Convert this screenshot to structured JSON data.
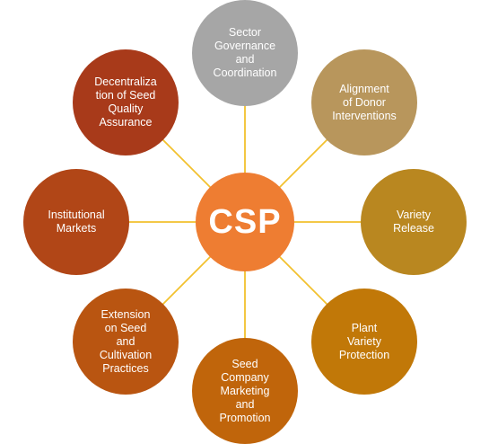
{
  "center": {
    "label": "CSP",
    "color": "#ee7d32"
  },
  "line_color": "#f2c12e",
  "nodes": [
    {
      "id": "sector-governance",
      "label": "Sector\nGovernance\nand\nCoordination",
      "color": "#a6a6a6"
    },
    {
      "id": "alignment-donor",
      "label": "Alignment\nof Donor\nInterventions",
      "color": "#b8965c"
    },
    {
      "id": "variety-release",
      "label": "Variety\nRelease",
      "color": "#b98720"
    },
    {
      "id": "plant-variety-protection",
      "label": "Plant\nVariety\nProtection",
      "color": "#c17808"
    },
    {
      "id": "seed-company-marketing",
      "label": "Seed\nCompany\nMarketing\nand\nPromotion",
      "color": "#c0650b"
    },
    {
      "id": "extension-seed-cultivation",
      "label": "Extension\non Seed\nand\nCultivation\nPractices",
      "color": "#b95511"
    },
    {
      "id": "institutional-markets",
      "label": "Institutional\nMarkets",
      "color": "#b14617"
    },
    {
      "id": "decentralization-seed-quality",
      "label": "Decentraliza\ntion of Seed\nQuality\nAssurance",
      "color": "#a83a1a"
    }
  ]
}
